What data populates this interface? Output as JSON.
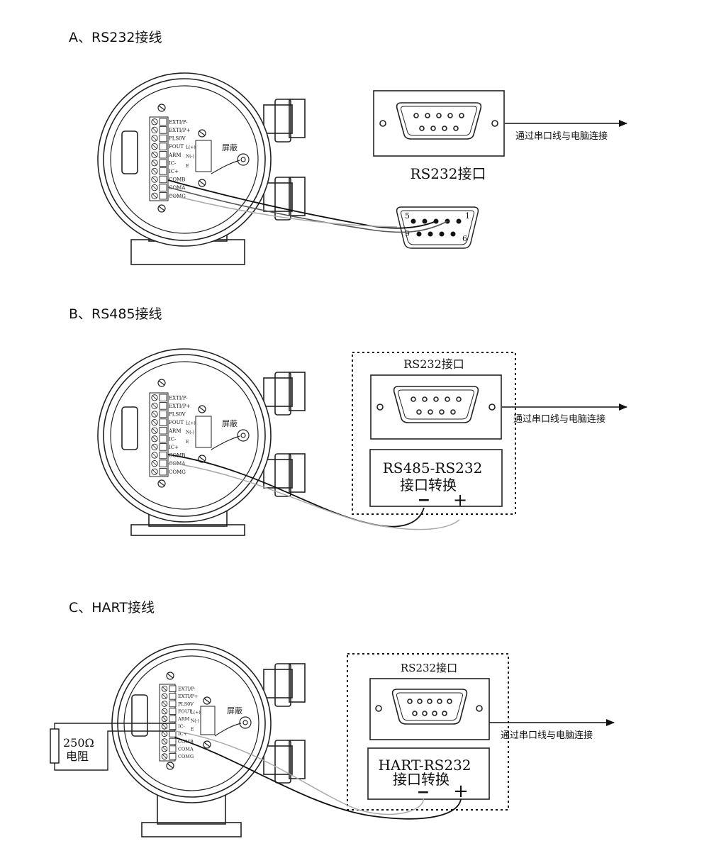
{
  "sections": [
    {
      "title": "A、RS232接线",
      "terminals": [
        "EXTI/P-",
        "EXTI/P+",
        "PLS0V",
        "FOUT",
        "ARM",
        "IC-",
        "IC+",
        "COMB",
        "COMA",
        "COMG"
      ],
      "small_terminals": [
        "L(+)",
        "N(-)",
        "E"
      ],
      "shield_label": "屏蔽",
      "port_label": "RS232接口",
      "pc_label": "通过串口线与电脑连接",
      "db9_pins": [
        "5",
        "1",
        "9",
        "6"
      ]
    },
    {
      "title": "B、RS485接线",
      "terminals": [
        "EXTI/P-",
        "EXTI/P+",
        "PLS0V",
        "FOUT",
        "ARM",
        "IC-",
        "IC+",
        "COMB",
        "COMA",
        "COMG"
      ],
      "small_terminals": [
        "L(+)",
        "N(-)",
        "E"
      ],
      "shield_label": "屏蔽",
      "port_label": "RS232接口",
      "pc_label": "通过串口线与电脑连接",
      "converter_line1": "RS485-RS232",
      "converter_line2": "接口转换",
      "minus": "−",
      "plus": "+"
    },
    {
      "title": "C、HART接线",
      "terminals": [
        "EXTI/P-",
        "EXTI/P+",
        "PLS0V",
        "FOUT",
        "ARM",
        "IC-",
        "IC+",
        "COMB",
        "COMA",
        "COMG"
      ],
      "small_terminals": [
        "L(+)",
        "N(-)",
        "E"
      ],
      "shield_label": "屏蔽",
      "port_label": "RS232接口",
      "pc_label": "通过串口线与电脑连接",
      "converter_line1": "HART-RS232",
      "converter_line2": "接口转换",
      "minus": "−",
      "plus": "+",
      "resistor_value": "250Ω",
      "resistor_name": "电阻"
    }
  ]
}
